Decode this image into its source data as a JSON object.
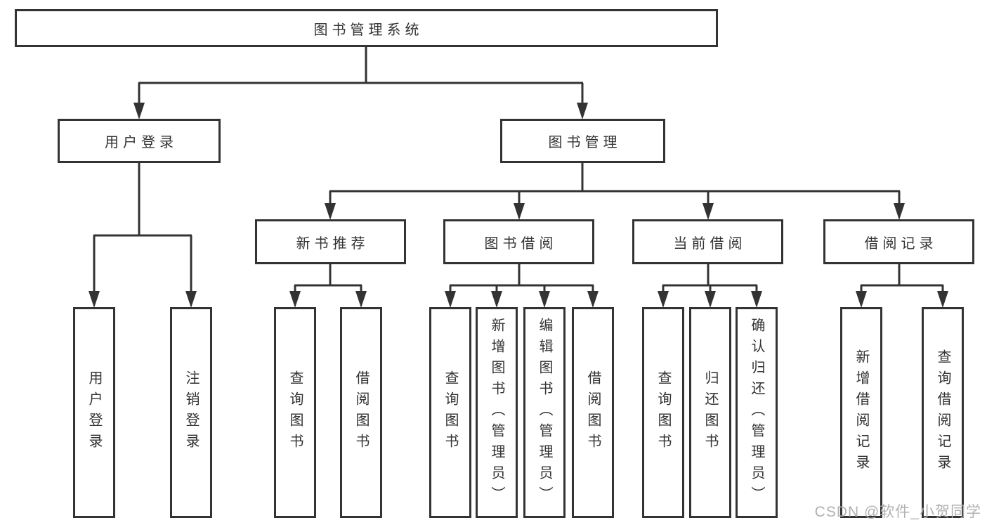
{
  "tree": {
    "root": "图书管理系统",
    "branches": [
      {
        "label": "用户登录",
        "leaves": [
          "用户登录",
          "注销登录"
        ]
      },
      {
        "label": "图书管理",
        "children": [
          {
            "label": "新书推荐",
            "leaves": [
              "查询图书",
              "借阅图书"
            ]
          },
          {
            "label": "图书借阅",
            "leaves": [
              "查询图书",
              "新增图书（管理员）",
              "编辑图书（管理员）",
              "借阅图书"
            ]
          },
          {
            "label": "当前借阅",
            "leaves": [
              "查询图书",
              "归还图书",
              "确认归还（管理员）"
            ]
          },
          {
            "label": "借阅记录",
            "leaves": [
              "新增借阅记录",
              "查询借阅记录"
            ]
          }
        ]
      }
    ]
  },
  "watermark": "CSDN @软件_小贺同学",
  "colors": {
    "line": "#333333",
    "box_border": "#333333",
    "text": "#333333",
    "watermark": "#adadad",
    "background": "#ffffff"
  }
}
